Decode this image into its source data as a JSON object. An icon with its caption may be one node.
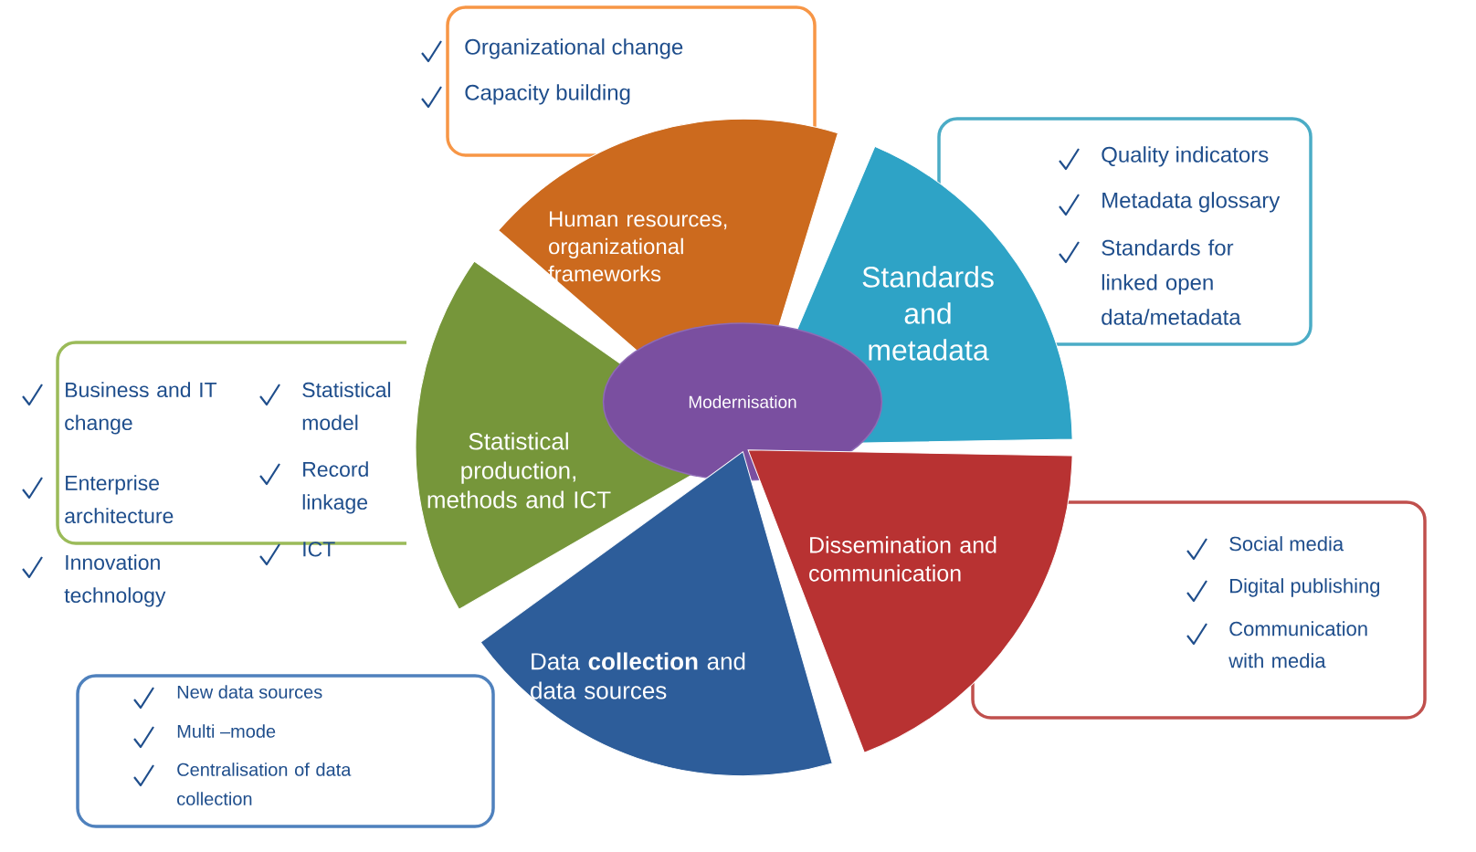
{
  "diagram": {
    "nodes": [
      {
        "text": [
          "Organizational change",
          "Capacity building"
        ]
      },
      {
        "text": [
          "Human resources, organizational frameworks"
        ]
      },
      {
        "text": [
          "Quality indicators",
          "Metadata glossary",
          "Standards for linked open data/metadata"
        ]
      },
      {
        "text": [
          "Standards and metadata"
        ]
      },
      {
        "text": [
          "Business and IT change",
          "Enterprise architecture",
          "Innovation technology",
          "Statistical model",
          "Record linkage",
          "ICT"
        ]
      },
      {
        "text": [
          "Statistical production, methods and ICT"
        ]
      },
      {
        "text": [
          "Modernisation"
        ]
      },
      {
        "text": [
          "Dissemination and communication"
        ]
      },
      {
        "text": [
          "Social media",
          "Digital publishing",
          "Communication with media"
        ]
      },
      {
        "text": [
          "Data **collection** and data sources"
        ]
      },
      {
        "text": [
          "New data sources",
          "Multi –mode",
          "Centralisation of data collection"
        ]
      }
    ]
  }
}
